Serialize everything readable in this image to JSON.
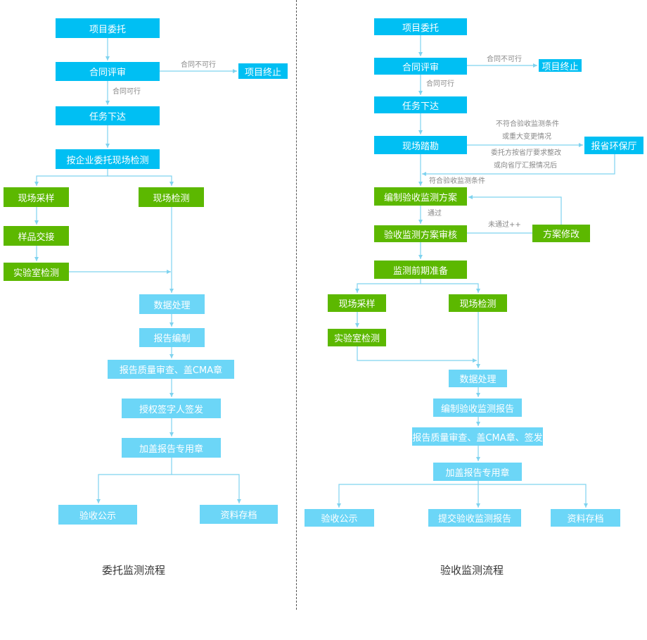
{
  "left": {
    "caption": "委托监测流程",
    "nodes": {
      "n1": "项目委托",
      "n2": "合同评审",
      "n3": "项目终止",
      "n4": "任务下达",
      "n5": "按企业委托现场检测",
      "n6": "现场采样",
      "n7": "现场检测",
      "n8": "样品交接",
      "n9": "实验室检测",
      "n10": "数据处理",
      "n11": "报告编制",
      "n12": "报告质量审查、盖CMA章",
      "n13": "授权签字人签发",
      "n14": "加盖报告专用章",
      "n15": "验收公示",
      "n16": "资料存档"
    },
    "labels": {
      "not_feasible": "合同不可行",
      "feasible": "合同可行"
    }
  },
  "right": {
    "caption": "验收监测流程",
    "nodes": {
      "n1": "项目委托",
      "n2": "合同评审",
      "n3": "项目终止",
      "n4": "任务下达",
      "n5": "现场踏勘",
      "n6": "报省环保厅",
      "n7": "编制验收监测方案",
      "n8": "验收监测方案审核",
      "n9": "方案修改",
      "n10": "监测前期准备",
      "n11": "现场采样",
      "n12": "现场检测",
      "n13": "实验室检测",
      "n14": "数据处理",
      "n15": "编制验收监测报告",
      "n16": "报告质量审查、盖CMA章、签发",
      "n17": "加盖报告专用章",
      "n18": "验收公示",
      "n19": "提交验收监测报告",
      "n20": "资料存档"
    },
    "labels": {
      "not_feasible": "合同不可行",
      "feasible": "合同可行",
      "cond1": "不符合验收监测条件",
      "cond2": "或重大变更情况",
      "cond3": "委托方按省厅要求整改",
      "cond4": "或向省厅汇报情况后",
      "meets": "符合验收监测条件",
      "pass": "通过",
      "fail": "未通过++"
    }
  },
  "colors": {
    "primary": "#00bff3",
    "secondary": "#5cb800",
    "tertiary": "#6cd6f7",
    "line": "#7fd3ef",
    "label": "#888888"
  }
}
